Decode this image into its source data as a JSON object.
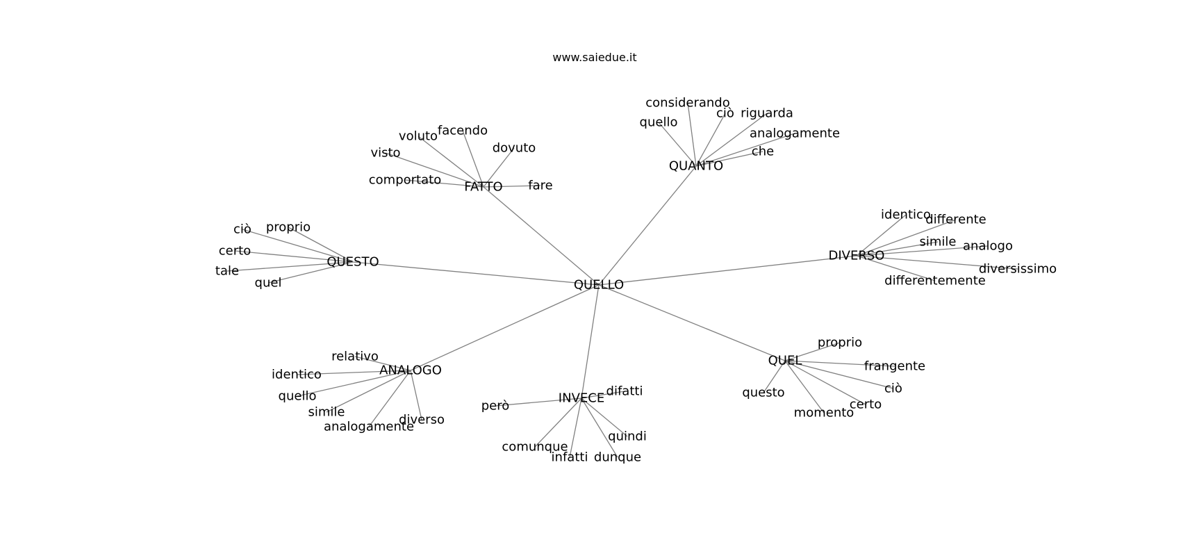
{
  "title": "www.saiedue.it",
  "colors": {
    "edge": "#808080",
    "text": "#000000",
    "background": "#ffffff"
  },
  "graph": {
    "center": "QUELLO",
    "hubs": [
      {
        "id": "fatto",
        "label": "FATTO",
        "leaves": [
          "facendo",
          "voluto",
          "dovuto",
          "visto",
          "comportato",
          "fare"
        ]
      },
      {
        "id": "quanto",
        "label": "QUANTO",
        "leaves": [
          "considerando",
          "quello",
          "ciò",
          "riguarda",
          "analogamente",
          "che"
        ]
      },
      {
        "id": "questo",
        "label": "QUESTO",
        "leaves": [
          "ciò",
          "proprio",
          "certo",
          "tale",
          "quel"
        ]
      },
      {
        "id": "diverso",
        "label": "DIVERSO",
        "leaves": [
          "identico",
          "differente",
          "simile",
          "analogo",
          "diversissimo",
          "differentemente"
        ]
      },
      {
        "id": "analogo",
        "label": "ANALOGO",
        "leaves": [
          "relativo",
          "identico",
          "quello",
          "simile",
          "analogamente",
          "diverso"
        ]
      },
      {
        "id": "invece",
        "label": "INVECE",
        "leaves": [
          "difatti",
          "però",
          "quindi",
          "comunque",
          "infatti",
          "dunque"
        ]
      },
      {
        "id": "quel",
        "label": "QUEL",
        "leaves": [
          "proprio",
          "frangente",
          "questo",
          "ciò",
          "certo",
          "momento"
        ]
      }
    ]
  }
}
